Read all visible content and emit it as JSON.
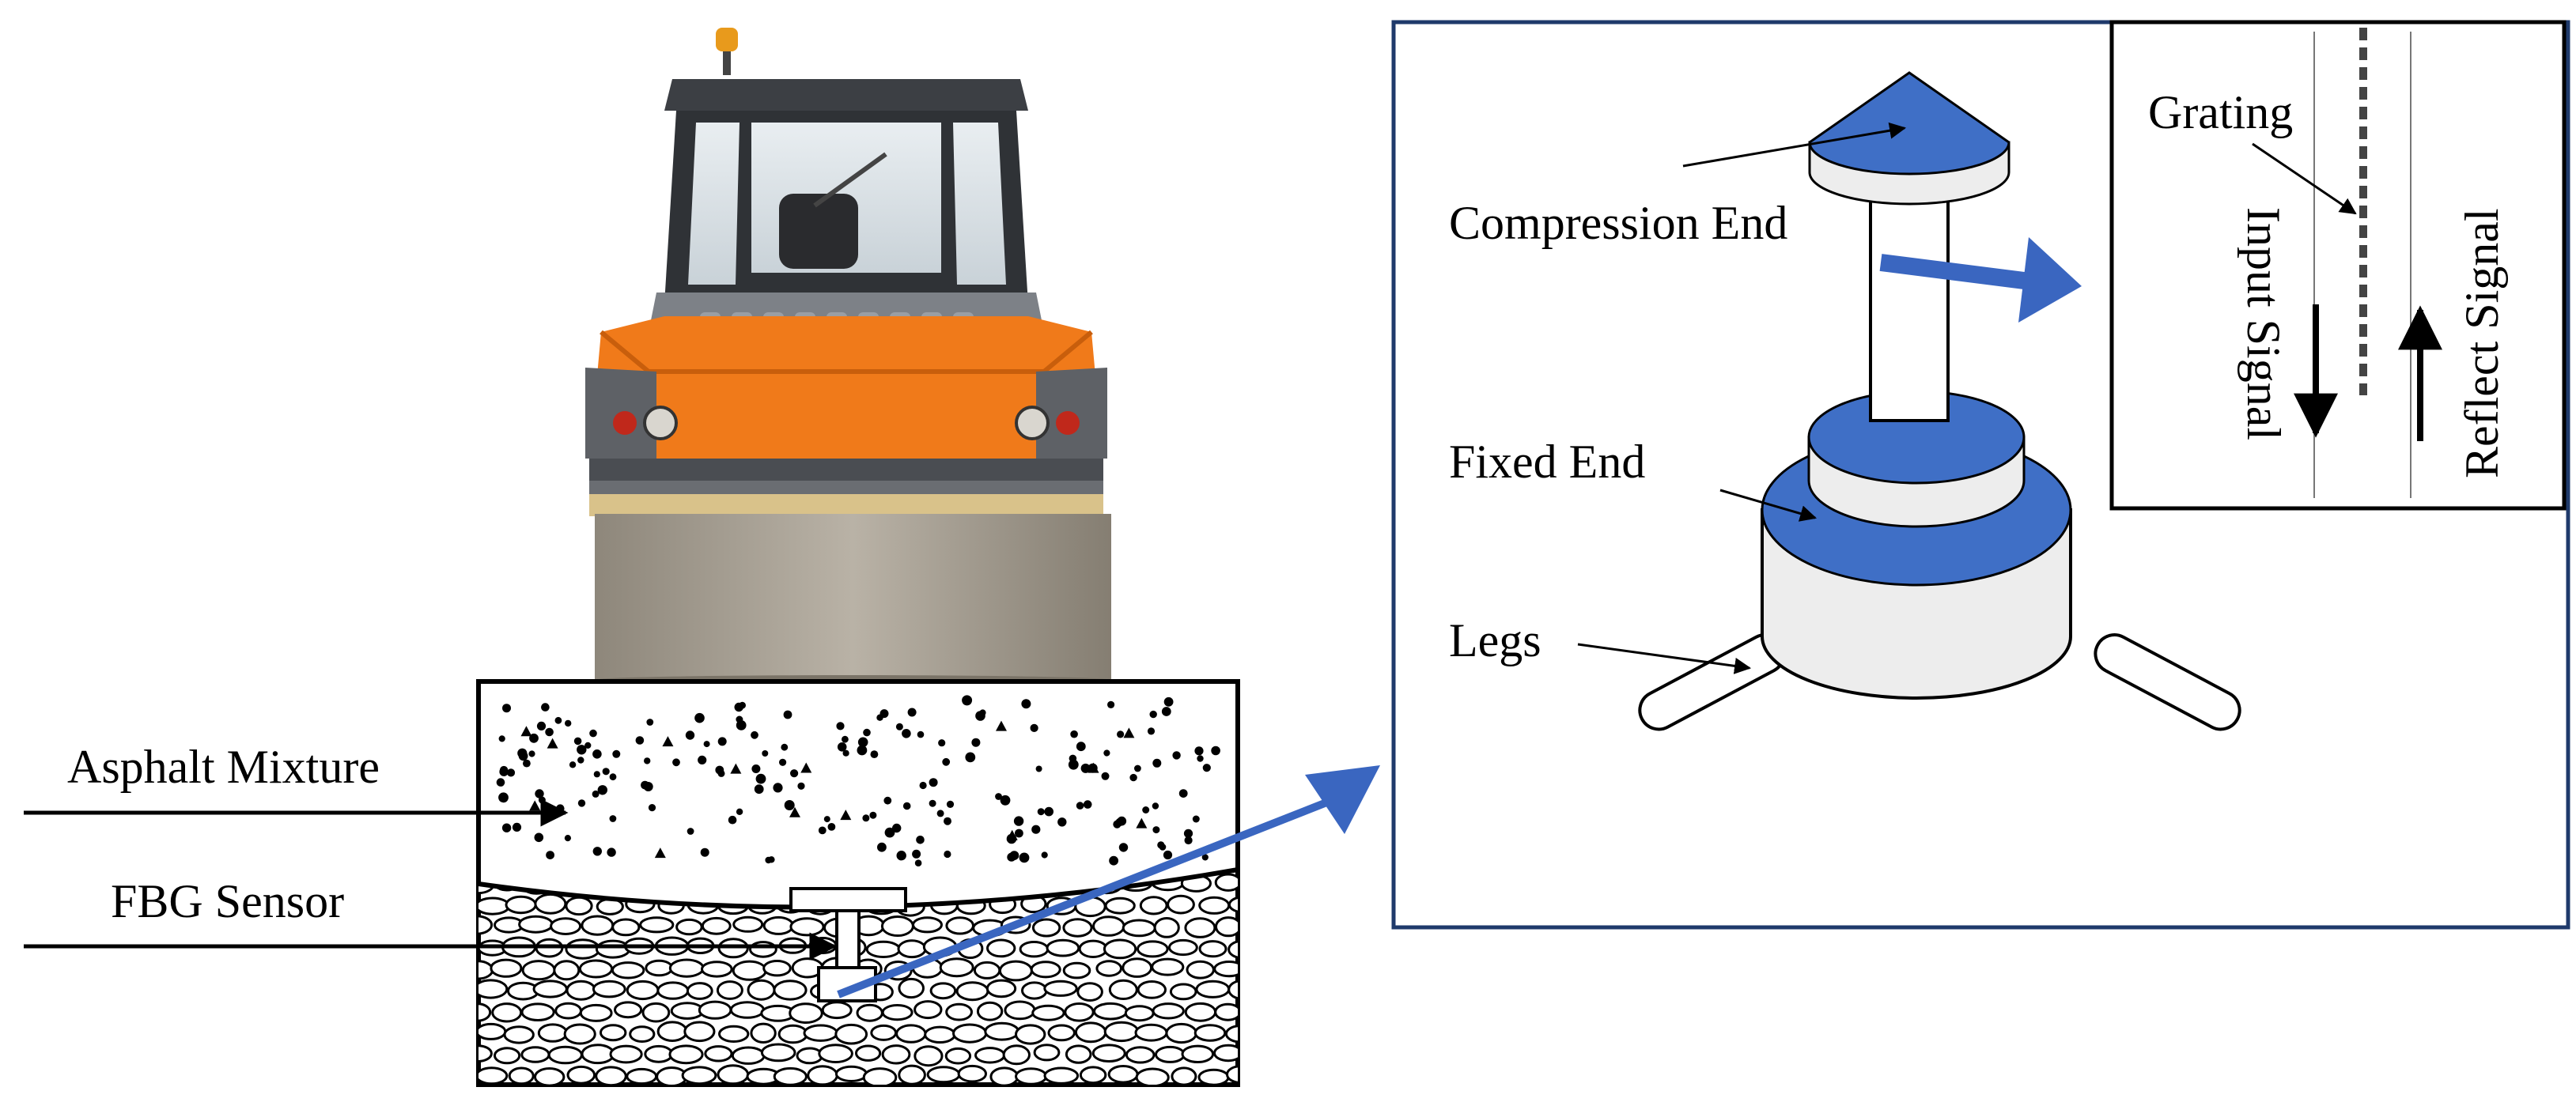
{
  "labels": {
    "asphalt_mixture": "Asphalt Mixture",
    "fbg_sensor": "FBG Sensor",
    "compression_end": "Compression End",
    "fixed_end": "Fixed  End",
    "legs": "Legs",
    "grating": "Grating",
    "input_signal": "Input Signal",
    "reflect_signal": "Reflect Signal"
  },
  "colors": {
    "sensor_blue": "#3F6FC6",
    "arrow_blue": "#3A66C0",
    "panel_border": "#1F3A6B",
    "roller_orange": "#F07A1A",
    "roller_gray": "#5E6166",
    "drum": "#A8A297"
  },
  "icons": {
    "roller": "road-roller-icon"
  }
}
